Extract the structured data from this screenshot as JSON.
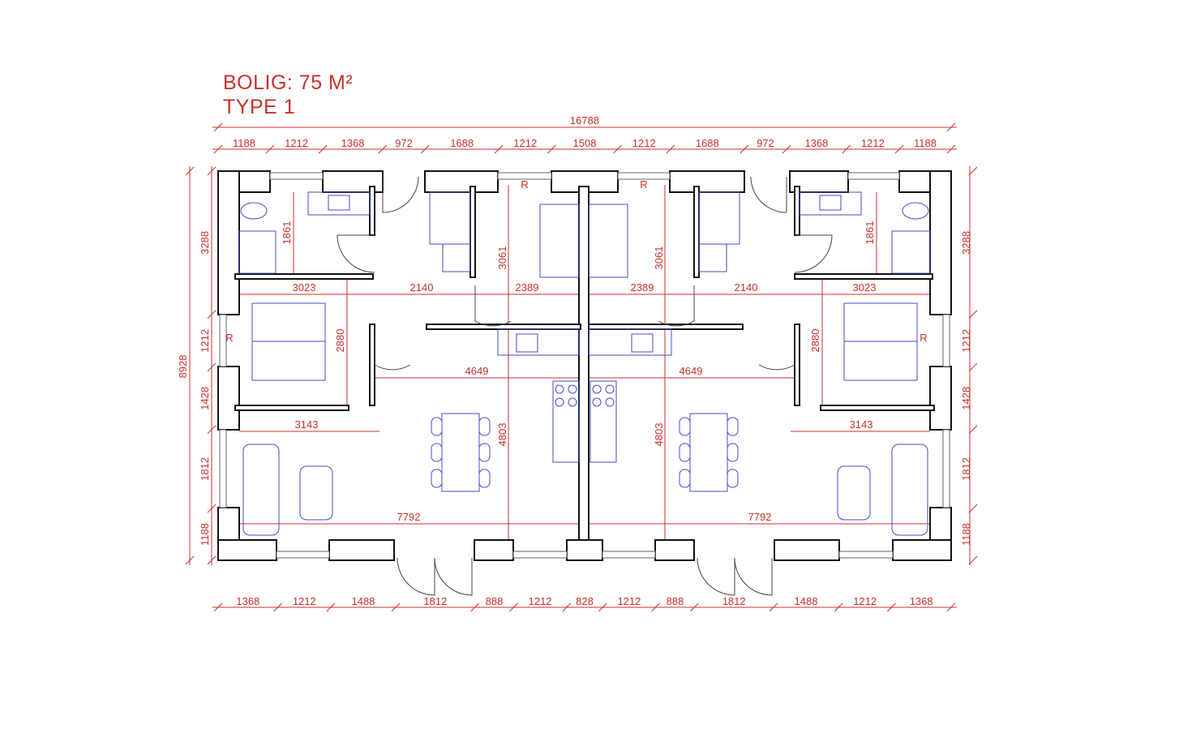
{
  "title": {
    "line1": "BOLIG: 75 M²",
    "line2": "TYPE 1"
  },
  "colors": {
    "dimension": "#c8312e",
    "wall": "#111111",
    "furniture": "#4a4ac8"
  },
  "overall_width": "16788",
  "overall_depth": "8928",
  "top_dims": [
    "1188",
    "1212",
    "1368",
    "972",
    "1688",
    "1212",
    "1508",
    "1212",
    "1688",
    "972",
    "1368",
    "1212",
    "1188"
  ],
  "bottom_dims": [
    "1368",
    "1212",
    "1488",
    "1812",
    "888",
    "1212",
    "828",
    "1212",
    "888",
    "1812",
    "1488",
    "1212",
    "1368"
  ],
  "left_dims": [
    "3288",
    "1212",
    "1428",
    "1812",
    "1188"
  ],
  "right_dims": [
    "3288",
    "1212",
    "1428",
    "1812",
    "1188"
  ],
  "interior": {
    "bath_height": "1861",
    "bedroom_width": "3023",
    "hall_width": "2140",
    "room_width": "2389",
    "room_depth": "3061",
    "bedroom_depth": "2880",
    "living_width_upper": "4649",
    "living_left": "3143",
    "living_depth": "4803",
    "living_width": "7792",
    "radiator": "R"
  }
}
